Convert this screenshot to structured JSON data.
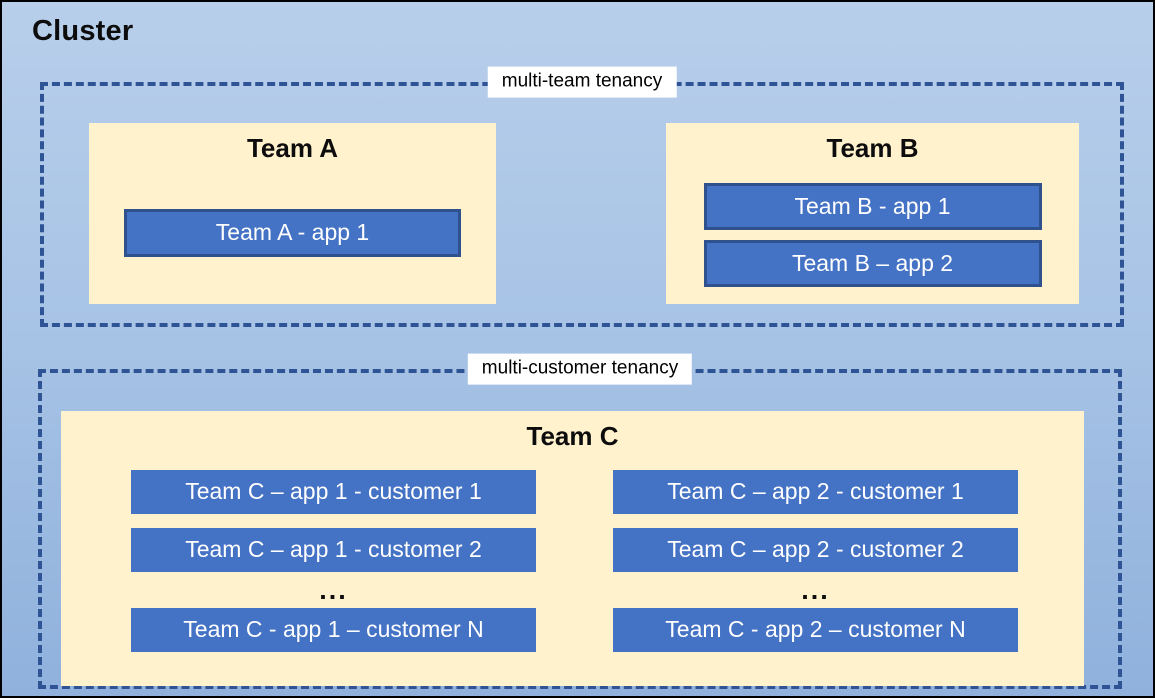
{
  "cluster": {
    "title": "Cluster"
  },
  "sections": [
    {
      "label": "multi-team tenancy",
      "teams": [
        {
          "name": "Team A",
          "apps": [
            "Team A - app 1"
          ]
        },
        {
          "name": "Team B",
          "apps": [
            "Team B - app 1",
            "Team B – app 2"
          ]
        }
      ]
    },
    {
      "label": "multi-customer tenancy",
      "teams": [
        {
          "name": "Team C",
          "columns": [
            {
              "apps": [
                "Team C – app 1 - customer 1",
                "Team C – app 1 - customer 2",
                "Team C - app 1 – customer N"
              ],
              "ellipsis": "..."
            },
            {
              "apps": [
                "Team C – app 2 - customer 1",
                "Team C – app 2 - customer 2",
                "Team C - app 2 – customer N"
              ],
              "ellipsis": "..."
            }
          ]
        }
      ]
    }
  ],
  "colors": {
    "app_fill": "#4472C4",
    "app_border": "#2F528F",
    "team_fill": "#FFF2CC",
    "dashed_border": "#2F5496",
    "background_top": "#B8CFEB",
    "background_bottom": "#8FB1DC",
    "label_background": "#FFFFFF",
    "app_text": "#FFFFFF",
    "title_text": "#000000"
  }
}
